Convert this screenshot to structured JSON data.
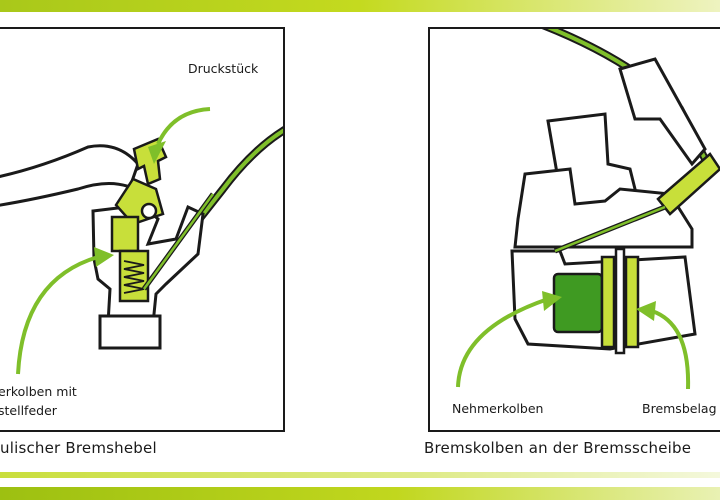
{
  "colors": {
    "accent_green": "#9dc011",
    "dark_green": "#2e8b14",
    "line_green": "#7fbf2a",
    "outline": "#1a1a1a"
  },
  "left_panel": {
    "caption": "ulischer Bremshebel",
    "labels": {
      "druckstueck": "Druckstück",
      "kolben_line1": "erkolben mit",
      "kolben_line2": "stellfeder"
    }
  },
  "right_panel": {
    "caption": "Bremskolben an der Bremsscheibe",
    "labels": {
      "nehmerkolben": "Nehmerkolben",
      "bremsbelag": "Bremsbelag"
    }
  }
}
